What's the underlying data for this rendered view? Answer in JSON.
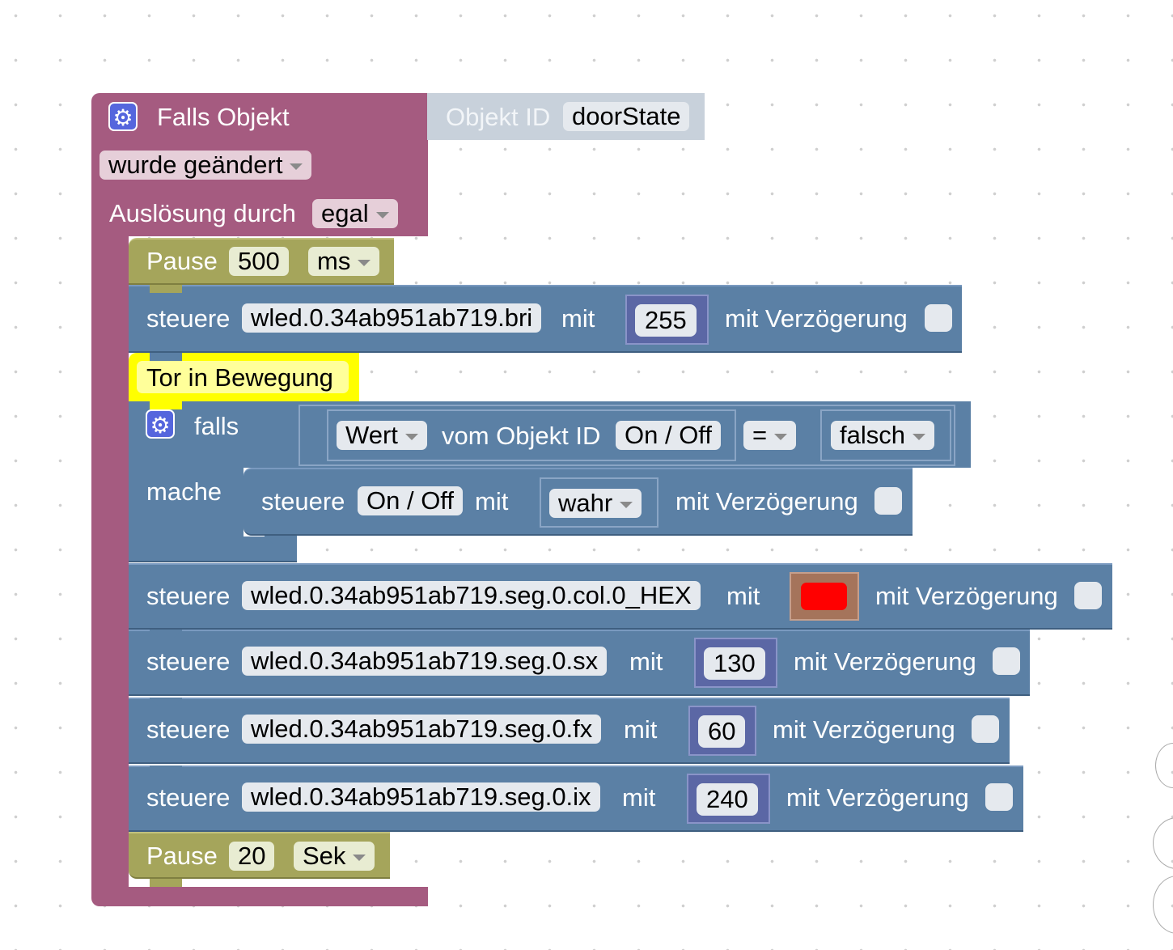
{
  "event": {
    "title": "Falls Objekt",
    "trigger": "wurde geändert",
    "by_label": "Auslösung durch",
    "by_value": "egal",
    "object_label": "Objekt ID",
    "object_id": "doorState"
  },
  "pause1": {
    "label": "Pause",
    "value": "500",
    "unit": "ms"
  },
  "control_bri": {
    "verb": "steuere",
    "target": "wled.0.34ab951ab719.bri",
    "with": "mit",
    "value": "255",
    "delay_label": "mit Verzögerung"
  },
  "comment": {
    "text": "Tor in Bewegung"
  },
  "if_block": {
    "if_label": "falls",
    "do_label": "mache",
    "cond_field": "Wert",
    "cond_of": "vom Objekt ID",
    "cond_object": "On / Off",
    "op": "=",
    "compare_value": "falsch",
    "inner": {
      "verb": "steuere",
      "target": "On / Off",
      "with": "mit",
      "value": "wahr",
      "delay_label": "mit Verzögerung"
    }
  },
  "control_col": {
    "verb": "steuere",
    "target": "wled.0.34ab951ab719.seg.0.col.0_HEX",
    "with": "mit",
    "color": "#ff0000",
    "delay_label": "mit Verzögerung"
  },
  "control_sx": {
    "verb": "steuere",
    "target": "wled.0.34ab951ab719.seg.0.sx",
    "with": "mit",
    "value": "130",
    "delay_label": "mit Verzögerung"
  },
  "control_fx": {
    "verb": "steuere",
    "target": "wled.0.34ab951ab719.seg.0.fx",
    "with": "mit",
    "value": "60",
    "delay_label": "mit Verzögerung"
  },
  "control_ix": {
    "verb": "steuere",
    "target": "wled.0.34ab951ab719.seg.0.ix",
    "with": "mit",
    "value": "240",
    "delay_label": "mit Verzögerung"
  },
  "pause2": {
    "label": "Pause",
    "value": "20",
    "unit": "Sek"
  },
  "icons": {
    "mutator": "gear-icon",
    "dropdown": "chevron-down-icon"
  }
}
